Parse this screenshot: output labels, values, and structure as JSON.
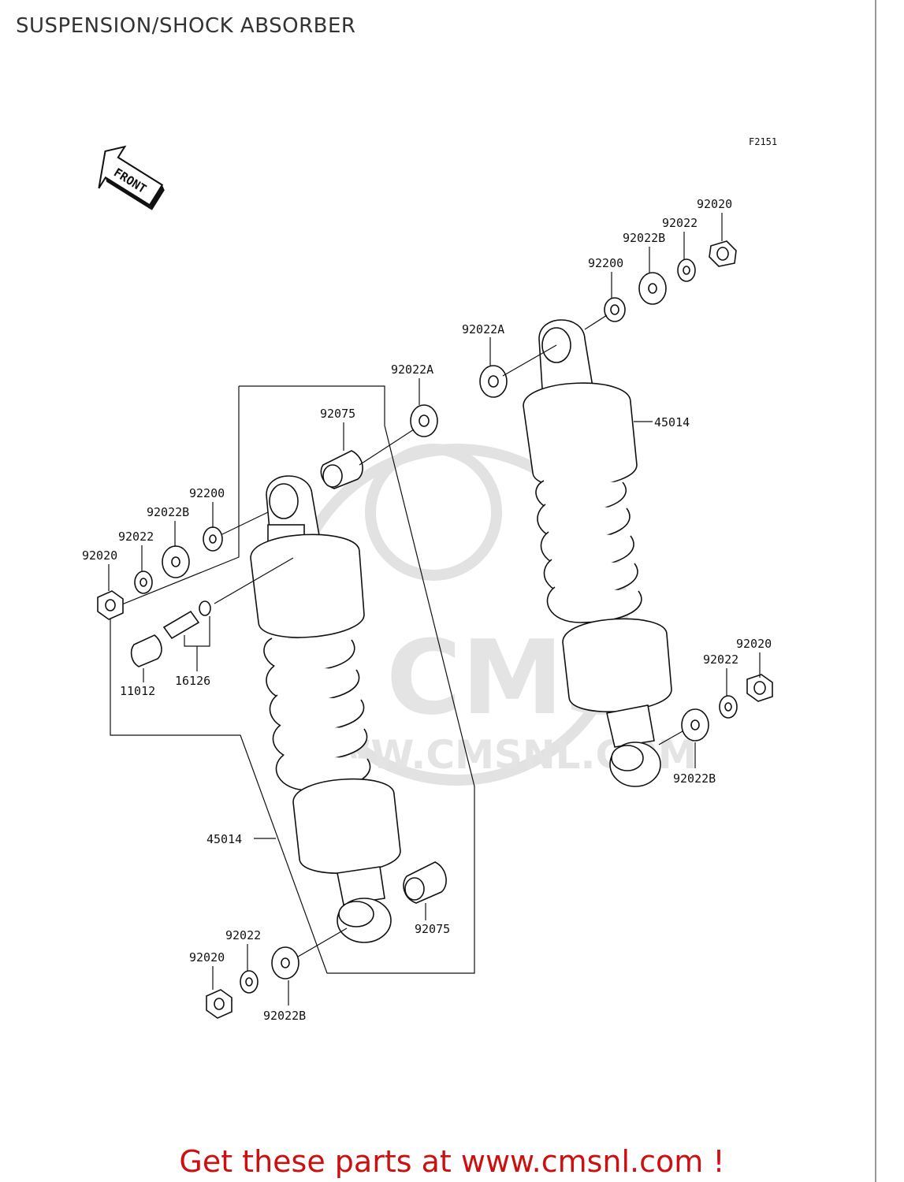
{
  "title": "SUSPENSION/SHOCK ABSORBER",
  "figure_id": "F2151",
  "front_marker": "FRONT",
  "watermark": {
    "logo_text": "CMS",
    "url_text": "WWW.CMSNL.COM"
  },
  "labels": {
    "r_92020_top": "92020",
    "r_92022_top": "92022",
    "r_92022b_top": "92022B",
    "r_92200": "92200",
    "r_92022a": "92022A",
    "r_45014": "45014",
    "r_92020_bot": "92020",
    "r_92022_bot": "92022",
    "r_92022b_bot": "92022B",
    "l_92022a": "92022A",
    "l_92075_top": "92075",
    "l_92200": "92200",
    "l_92022b": "92022B",
    "l_92022": "92022",
    "l_92020": "92020",
    "l_11012": "11012",
    "l_16126": "16126",
    "l_45014": "45014",
    "l_92075_bot": "92075",
    "l_92022_bot": "92022",
    "l_92020_bot": "92020",
    "l_92022b_bot": "92022B"
  },
  "footer": {
    "link_text": "Get these parts at www.cmsnl.com !"
  }
}
